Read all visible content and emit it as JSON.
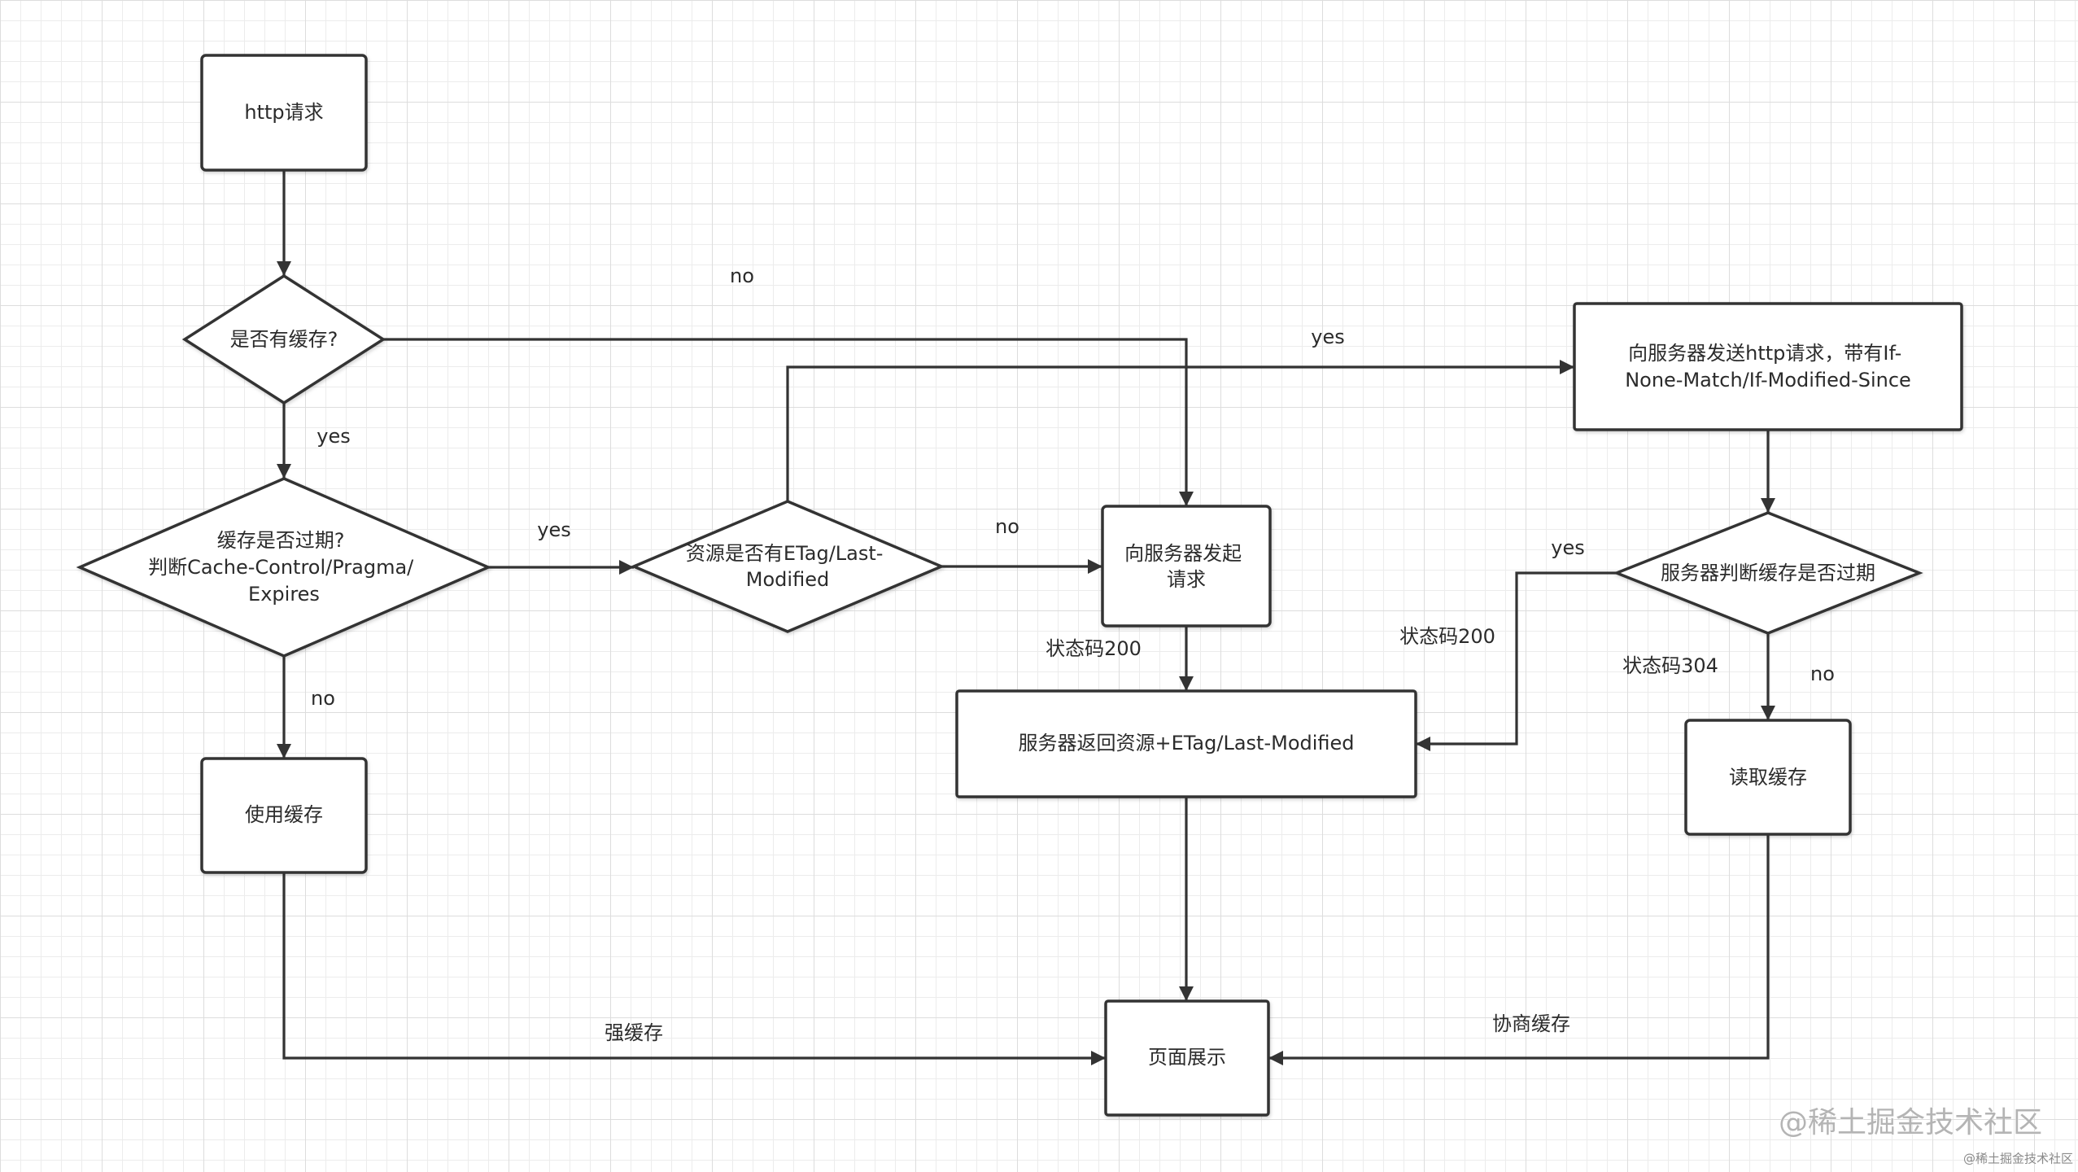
{
  "nodes": {
    "http_request": "http请求",
    "has_cache": "是否有缓存?",
    "cache_expired": [
      "缓存是否过期?",
      "判断Cache-Control/Pragma/",
      "Expires"
    ],
    "use_cache": "使用缓存",
    "has_etag": [
      "资源是否有ETag/Last-",
      "Modified"
    ],
    "request_server": [
      "向服务器发起",
      "请求"
    ],
    "server_return": "服务器返回资源+ETag/Last-Modified",
    "page_display": "页面展示",
    "send_conditional": [
      "向服务器发送http请求，带有If-",
      "None-Match/If-Modified-Since"
    ],
    "server_check": "服务器判断缓存是否过期",
    "read_cache": "读取缓存"
  },
  "edge_labels": {
    "has_cache_yes": "yes",
    "has_cache_no": "no",
    "expired_yes": "yes",
    "expired_no": "no",
    "etag_yes": "yes",
    "etag_no": "no",
    "request_status": "状态码200",
    "check_yes": "yes",
    "check_status_200": "状态码200",
    "check_status_304": "状态码304",
    "check_no": "no",
    "strong_cache": "强缓存",
    "negotiated_cache": "协商缓存"
  },
  "watermark": "@稀土掘金技术社区",
  "watermark_small": "@稀土掘金技术社区",
  "colors": {
    "stroke": "#333333",
    "text": "#2b2b2b",
    "bg": "#ffffff",
    "grid-minor": "#ececec",
    "grid-major": "#dddddd",
    "watermark": "#b4b4b4"
  }
}
